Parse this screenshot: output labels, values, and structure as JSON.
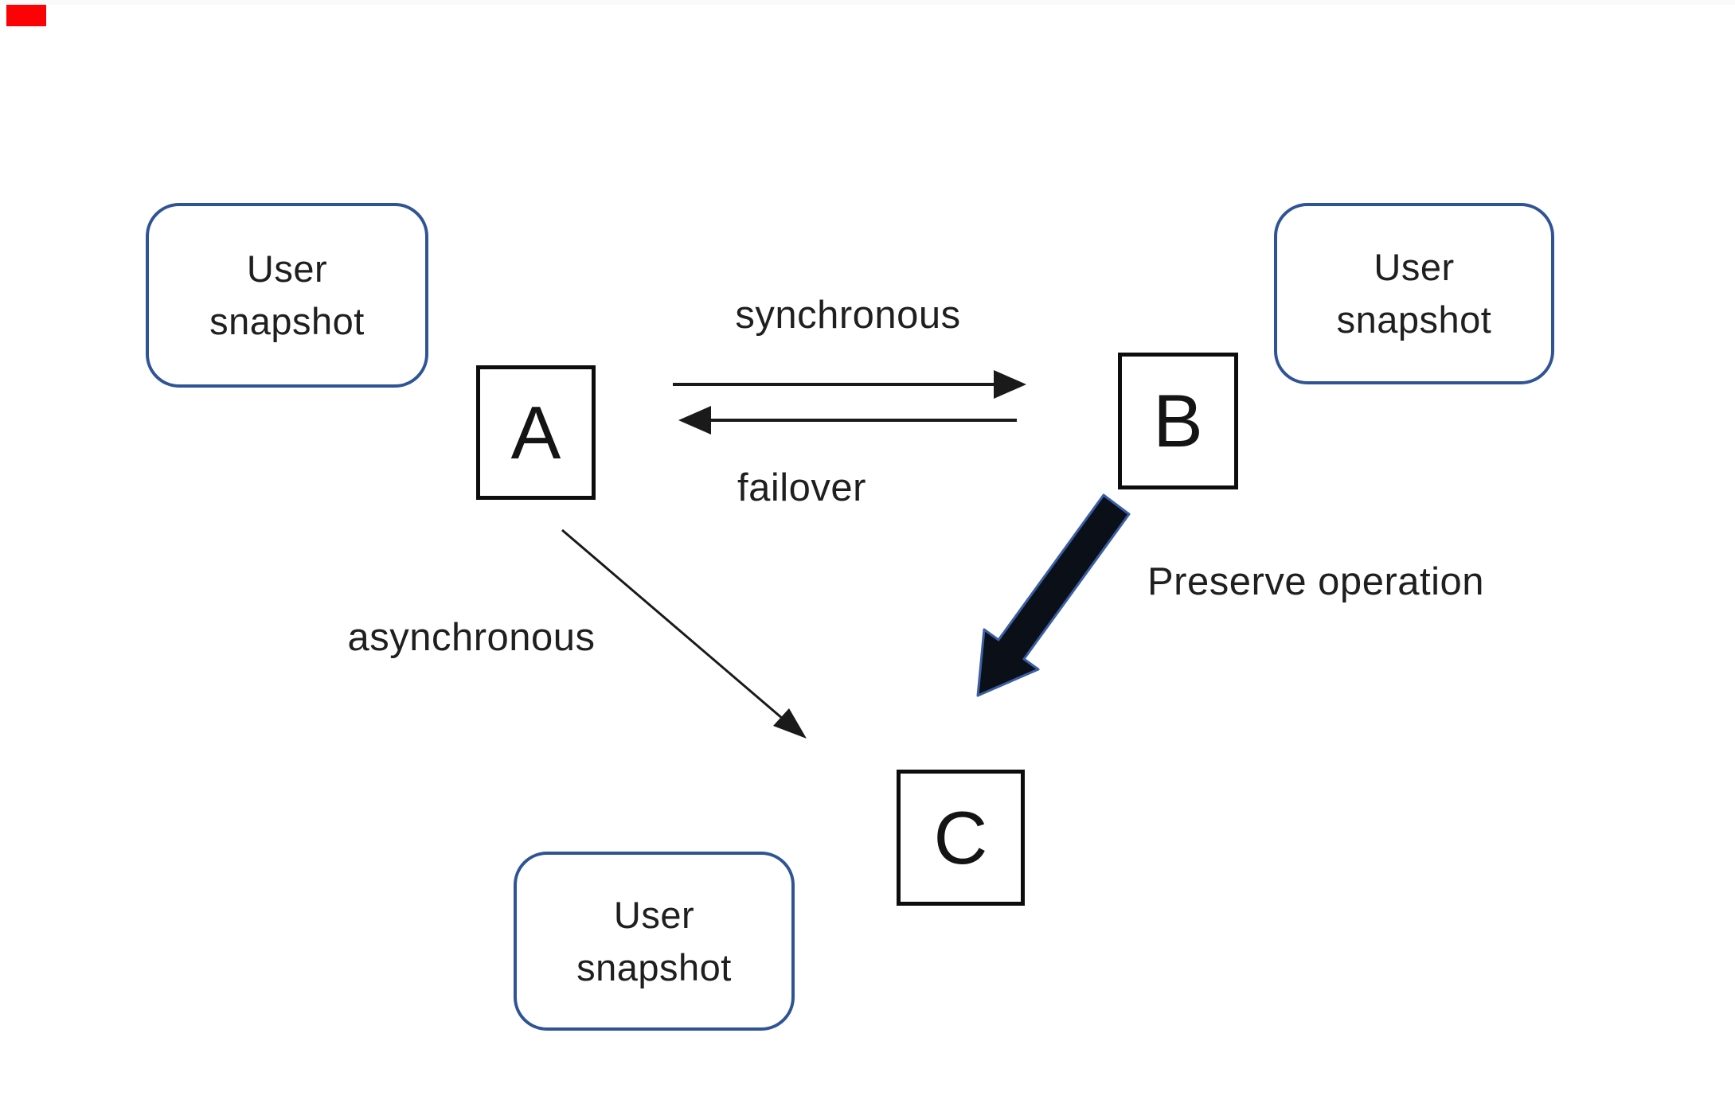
{
  "canvas": {
    "background": "#ffffff"
  },
  "red_marker": {
    "color": "#fb0207"
  },
  "palette": {
    "snapshot_border_blue": "#2f5496",
    "node_border_black": "#0d0d0d",
    "arrow_black": "#1a1a1a",
    "thick_arrow_fill": "#0b0f18",
    "thick_arrow_stroke": "#3a5fa5",
    "text_color": "#1f1f1f"
  },
  "nodes": [
    {
      "id": "A",
      "label": "A"
    },
    {
      "id": "B",
      "label": "B"
    },
    {
      "id": "C",
      "label": "C"
    }
  ],
  "snapshots": [
    {
      "position": "top-left",
      "line1": "User",
      "line2": "snapshot"
    },
    {
      "position": "top-right",
      "line1": "User",
      "line2": "snapshot"
    },
    {
      "position": "bottom",
      "line1": "User",
      "line2": "snapshot"
    }
  ],
  "edges": [
    {
      "id": "synchronous",
      "label": "synchronous",
      "from": "A",
      "to": "B",
      "style": "thin"
    },
    {
      "id": "failover",
      "label": "failover",
      "from": "B",
      "to": "A",
      "style": "thin"
    },
    {
      "id": "asynchronous",
      "label": "asynchronous",
      "from": "A",
      "to": "C",
      "style": "thin"
    },
    {
      "id": "preserve",
      "label": "Preserve operation",
      "from": "B",
      "to": "C",
      "style": "thick"
    }
  ]
}
